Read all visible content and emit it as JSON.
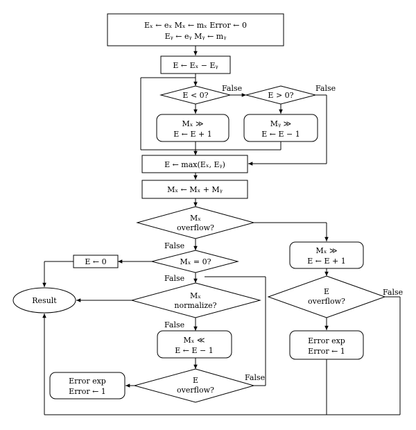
{
  "init": {
    "line1": "Eₓ ← eₓ   Mₓ ← mₓ   Error ← 0",
    "line2": "Eᵧ ← eᵧ   Mᵧ ← mᵧ"
  },
  "diff": "E ← Eₓ − Eᵧ",
  "cond_lt0": "E < 0?",
  "cond_gt0": "E > 0?",
  "shift_mx": [
    "Mₓ ≫",
    "E ← E + 1"
  ],
  "shift_my": [
    "Mᵧ ≫",
    "E ← E − 1"
  ],
  "emax": "E ← max(Eₓ, Eᵧ)",
  "add": "Mₓ ← Mₓ + Mᵧ",
  "overflow_q": [
    "Mₓ",
    "overflow?"
  ],
  "mx_zero_q": "Mₓ = 0?",
  "e_zero": "E ← 0",
  "normalize_q": [
    "Mₓ",
    "normalize?"
  ],
  "shift_left": [
    "Mₓ ≪",
    "E ← E − 1"
  ],
  "e_overflow_left": [
    "E",
    "overflow?"
  ],
  "error_left": [
    "Error exp",
    "Error ← 1"
  ],
  "shift_right_ov": [
    "Mₓ ≫",
    "E ← E + 1"
  ],
  "e_overflow_right": [
    "E",
    "overflow?"
  ],
  "error_right": [
    "Error exp",
    "Error ← 1"
  ],
  "result": "Result",
  "label_false": "False"
}
